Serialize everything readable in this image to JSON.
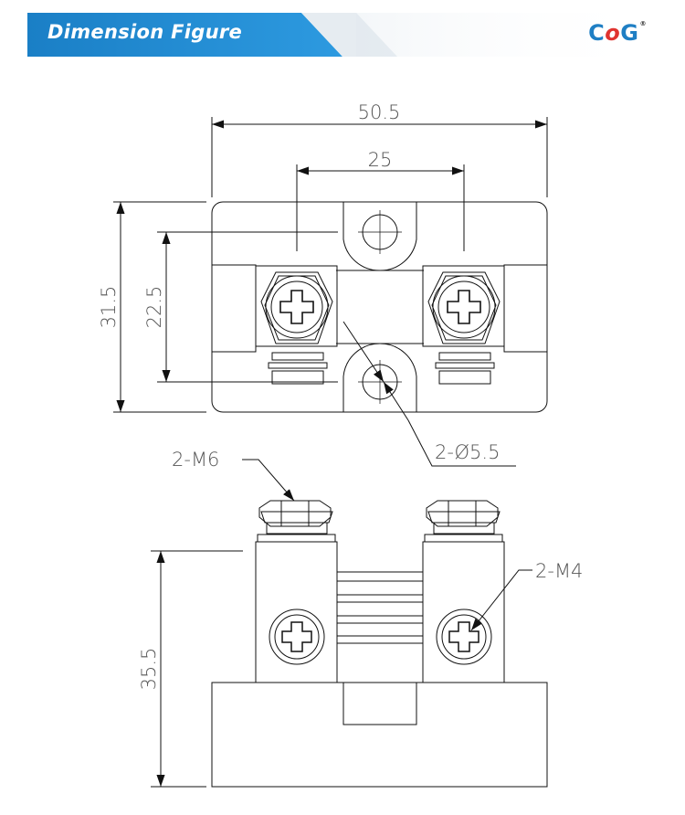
{
  "header": {
    "title": "Dimension Figure",
    "banner_color": "#1c88cf",
    "logo": {
      "c": "C",
      "o": "o",
      "g": "G",
      "reg": "®"
    }
  },
  "top_view": {
    "dims": {
      "width_total": "50.5",
      "screw_spacing": "25",
      "height_total": "31.5",
      "height_inner": "22.5",
      "hole_callout": "2-Ø5.5"
    }
  },
  "side_view": {
    "dims": {
      "height": "35.5",
      "m6_callout": "2-M6",
      "m4_callout": "2-M4"
    }
  }
}
